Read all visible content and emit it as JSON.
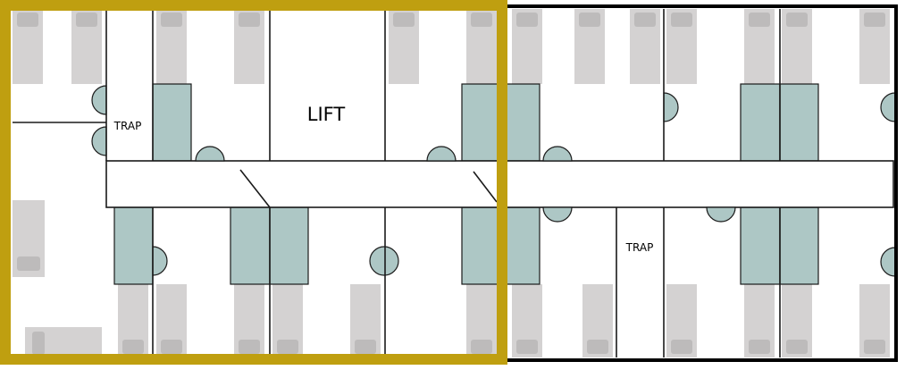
{
  "labels": {
    "lift": "LIFT",
    "trap_left": "TRAP",
    "trap_right": "TRAP"
  },
  "colors": {
    "bed": "#d4d2d2",
    "pillow": "#bdbbbb",
    "wardrobe": "#adc7c5",
    "wall": "#1a1a1a",
    "highlight_frame": "#bf9f10",
    "background": "#ffffff"
  }
}
